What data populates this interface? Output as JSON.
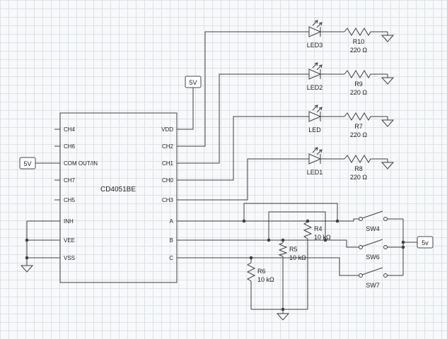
{
  "colors": {
    "wire": "#3f3f3f",
    "grid": "#dde1e6",
    "background": "#f8f9fa"
  },
  "ic": {
    "name": "CD4051BE",
    "left_pins": [
      "CH4",
      "CH6",
      "COM OUT/IN",
      "CH7",
      "CH5",
      "INH",
      "VEE",
      "VSS"
    ],
    "right_pins": [
      "VDD",
      "CH2",
      "CH1",
      "CH0",
      "CH3",
      "A",
      "B",
      "C"
    ]
  },
  "sources": {
    "vdd_top": "5V",
    "com_left": "5V",
    "switch_right": "5v"
  },
  "leds": [
    {
      "name": "LED3"
    },
    {
      "name": "LED2"
    },
    {
      "name": "LED"
    },
    {
      "name": "LED1"
    }
  ],
  "resistors_series": [
    {
      "name": "R10",
      "value": "220 Ω"
    },
    {
      "name": "R9",
      "value": "220 Ω"
    },
    {
      "name": "R7",
      "value": "220 Ω"
    },
    {
      "name": "R8",
      "value": "220 Ω"
    }
  ],
  "resistors_pulldown": [
    {
      "name": "R4",
      "value": "10 kΩ"
    },
    {
      "name": "R5",
      "value": "10 kΩ"
    },
    {
      "name": "R6",
      "value": "10 kΩ"
    }
  ],
  "switches": [
    {
      "name": "SW4"
    },
    {
      "name": "SW6"
    },
    {
      "name": "SW7"
    }
  ]
}
